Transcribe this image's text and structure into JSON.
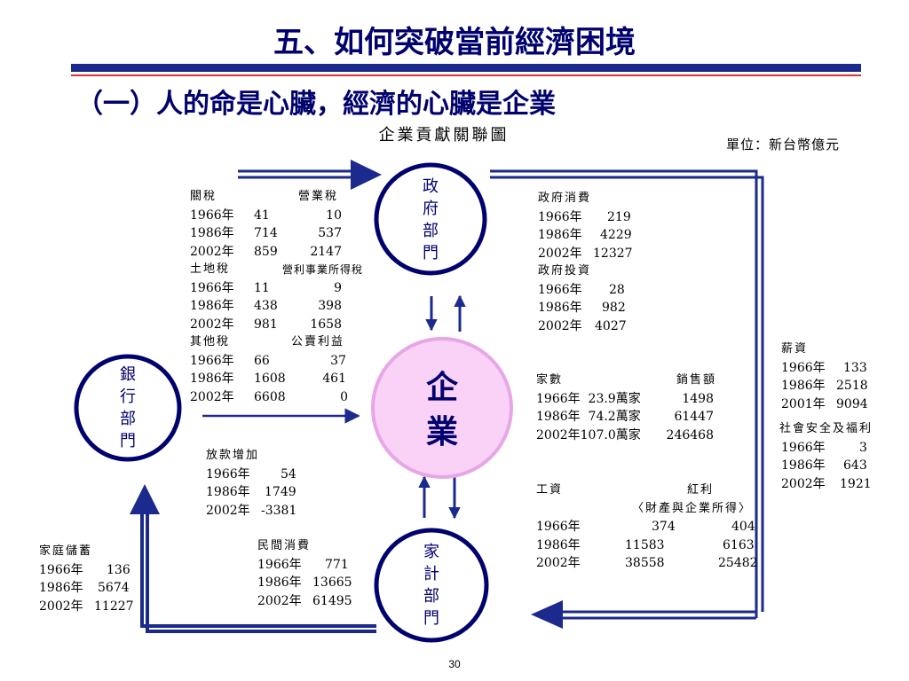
{
  "title": "五、如何突破當前經濟困境",
  "subtitle": "（一）人的命是心臟，經濟的心臟是企業",
  "diagram_title": "企業貢獻關聯圖",
  "unit": "單位：新台幣億元",
  "page_number": "30",
  "nodes": {
    "gov": {
      "c1": "政",
      "c2": "府",
      "c3": "部",
      "c4": "門"
    },
    "bank": {
      "c1": "銀",
      "c2": "行",
      "c3": "部",
      "c4": "門"
    },
    "enterprise": {
      "c1": "企",
      "c2": "業"
    },
    "household": {
      "c1": "家",
      "c2": "計",
      "c3": "部",
      "c4": "門"
    }
  },
  "taxes": {
    "customs": {
      "label": "關稅",
      "rows": [
        [
          "1966年",
          "41"
        ],
        [
          "1986年",
          "714"
        ],
        [
          "2002年",
          "859"
        ]
      ]
    },
    "business_tax": {
      "label": "營業稅",
      "values": [
        "10",
        "537",
        "2147"
      ]
    },
    "land": {
      "label": "土地稅",
      "rows": [
        [
          "1966年",
          "11"
        ],
        [
          "1986年",
          "438"
        ],
        [
          "2002年",
          "981"
        ]
      ]
    },
    "corporate_income": {
      "label": "營利事業所得稅",
      "values": [
        "9",
        "398",
        "1658"
      ]
    },
    "other": {
      "label": "其他稅",
      "rows": [
        [
          "1966年",
          "66"
        ],
        [
          "1986年",
          "1608"
        ],
        [
          "2002年",
          "6608"
        ]
      ]
    },
    "public_debt": {
      "label": "公賣利益",
      "values": [
        "37",
        "461",
        "0"
      ]
    }
  },
  "gov_consumption": {
    "label": "政府消費",
    "rows": [
      [
        "1966年",
        "219"
      ],
      [
        "1986年",
        "4229"
      ],
      [
        "2002年",
        "12327"
      ]
    ]
  },
  "gov_investment": {
    "label": "政府投資",
    "rows": [
      [
        "1966年",
        "28"
      ],
      [
        "1986年",
        "982"
      ],
      [
        "2002年",
        "4027"
      ]
    ]
  },
  "enterprises": {
    "count_label": "家數",
    "sales_label": "銷售額",
    "rows": [
      [
        "1966年",
        "23.9萬家",
        "1498"
      ],
      [
        "1986年",
        "74.2萬家",
        "61447"
      ],
      [
        "2002年",
        "107.0萬家",
        "246468"
      ]
    ]
  },
  "wages": {
    "label": "工資",
    "dividend_label": "紅利",
    "dividend_note": "〈財產與企業所得〉",
    "rows": [
      [
        "1966年",
        "374",
        "404"
      ],
      [
        "1986年",
        "11583",
        "6163"
      ],
      [
        "2002年",
        "38558",
        "25482"
      ]
    ]
  },
  "salary": {
    "label": "薪資",
    "rows": [
      [
        "1966年",
        "133"
      ],
      [
        "1986年",
        "2518"
      ],
      [
        "2001年",
        "9094"
      ]
    ]
  },
  "social": {
    "label": "社會安全及福利",
    "rows": [
      [
        "1966年",
        "3"
      ],
      [
        "1986年",
        "643"
      ],
      [
        "2002年",
        "1921"
      ]
    ]
  },
  "loans": {
    "label": "放款增加",
    "rows": [
      [
        "1966年",
        "54"
      ],
      [
        "1986年",
        "1749"
      ],
      [
        "2002年",
        "-3381"
      ]
    ]
  },
  "private_consumption": {
    "label": "民間消費",
    "rows": [
      [
        "1966年",
        "771"
      ],
      [
        "1986年",
        "13665"
      ],
      [
        "2002年",
        "61495"
      ]
    ]
  },
  "savings": {
    "label": "家庭儲蓄",
    "rows": [
      [
        "1966年",
        "136"
      ],
      [
        "1986年",
        "5674"
      ],
      [
        "2002年",
        "11227"
      ]
    ]
  },
  "colors": {
    "navy": "#00006e",
    "arrow": "#1b2a8c",
    "pink": "#fbd2f7",
    "pink_stroke": "#e7a6e8",
    "red": "#e03030"
  }
}
